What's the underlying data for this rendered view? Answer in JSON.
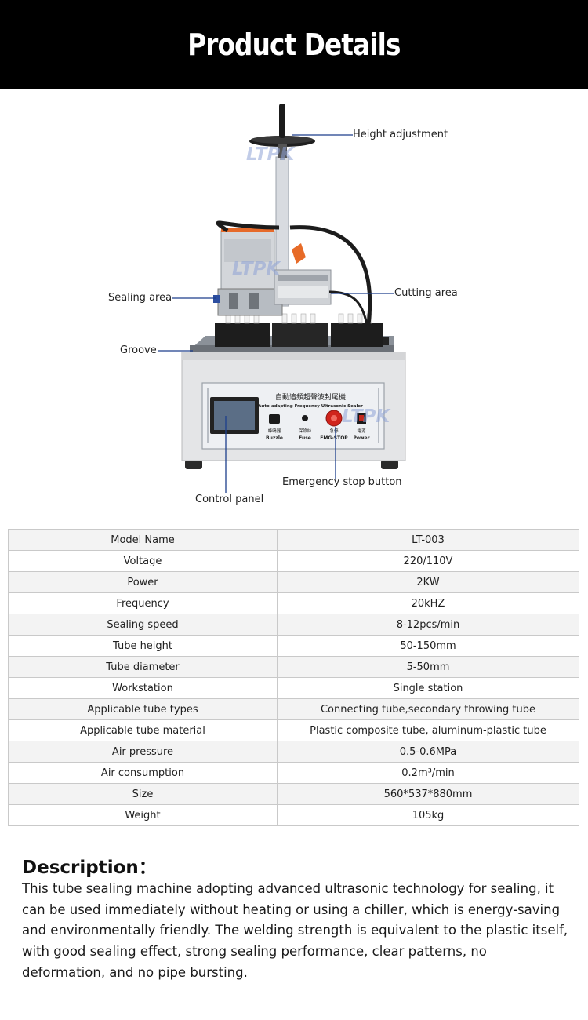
{
  "header": {
    "title": "Product Details"
  },
  "figure": {
    "watermark": "LTPK",
    "callouts": {
      "height": "Height adjustment",
      "sealing": "Sealing area",
      "cutting": "Cutting area",
      "groove": "Groove",
      "emergency": "Emergency stop button",
      "control": "Control panel"
    },
    "panel": {
      "title_cn": "自動追頻超聲波封尾機",
      "title_en": "Auto-adapting Frequency Ultrasonic Sealer",
      "buzzer_cn": "蜂鳴器",
      "buzzer_en": "Buzzle",
      "fuse_cn": "保險絲",
      "fuse_en": "Fuse",
      "stop_cn": "急停",
      "stop_en": "EMG-STOP",
      "power_cn": "電源",
      "power_en": "Power"
    }
  },
  "specs": [
    {
      "label": "Model Name",
      "value": "LT-003"
    },
    {
      "label": "Voltage",
      "value": "220/110V"
    },
    {
      "label": "Power",
      "value": "2KW"
    },
    {
      "label": "Frequency",
      "value": "20kHZ"
    },
    {
      "label": "Sealing speed",
      "value": "8-12pcs/min"
    },
    {
      "label": "Tube height",
      "value": "50-150mm"
    },
    {
      "label": "Tube diameter",
      "value": "5-50mm"
    },
    {
      "label": "Workstation",
      "value": "Single station"
    },
    {
      "label": "Applicable tube types",
      "value": "Connecting tube,secondary throwing tube"
    },
    {
      "label": "Applicable tube material",
      "value": "Plastic composite tube, aluminum-plastic tube"
    },
    {
      "label": "Air pressure",
      "value": "0.5-0.6MPa"
    },
    {
      "label": "Air consumption",
      "value": "0.2m³/min"
    },
    {
      "label": "Size",
      "value": "560*537*880mm"
    },
    {
      "label": "Weight",
      "value": "105kg"
    }
  ],
  "description": {
    "title": "Description：",
    "body": "This tube sealing machine adopting advanced ultrasonic technology for sealing, it can be used immediately without heating or using a chiller, which is energy-saving and environmentally friendly. The welding strength is equivalent to the plastic itself, with good sealing effect, strong sealing performance, clear patterns, no deformation, and no pipe bursting."
  },
  "colors": {
    "banner": "#000000",
    "callout_line": "#1c3f8c",
    "watermark": "#8fa3d6",
    "machine_body": "#e4e5e7",
    "emergency_red": "#d0241c",
    "screen": "#5b6e86"
  }
}
